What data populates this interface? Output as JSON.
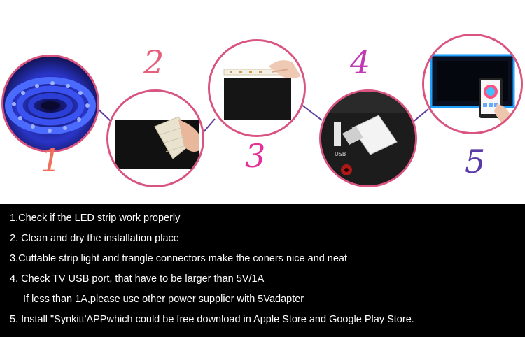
{
  "step_numbers": [
    "1",
    "2",
    "3",
    "4",
    "5"
  ],
  "colors": {
    "step1": "#f0705a",
    "step2": "#e4607d",
    "step3": "#e3309a",
    "step4": "#c23ab2",
    "step5": "#5a3aa8",
    "circle_border": "#d9547e",
    "connector": "#5c3d9e"
  },
  "illustrations": {
    "circle1": "blue-led-strip-coil",
    "circle2": "hand-wiping-with-cloth",
    "circle3": "hand-cutting-led-strip",
    "circle4": "usb-plug-into-tv-port",
    "circle5": "tv-with-led-backlight-and-phone-app"
  },
  "usb_port_label": "USB",
  "instructions": [
    "1.Check if the LED strip work properly",
    "2. Clean and dry the installation place",
    "3.Cuttable strip light and trangle connectors make the coners nice and neat",
    "4. Check TV USB port, that have to be larger than 5V/1A",
    "If less than 1A,please use other power supplier with 5Vadapter",
    "5. Install \"Synkitt'APPwhich could be free download in Apple Store and Google Play Store."
  ]
}
